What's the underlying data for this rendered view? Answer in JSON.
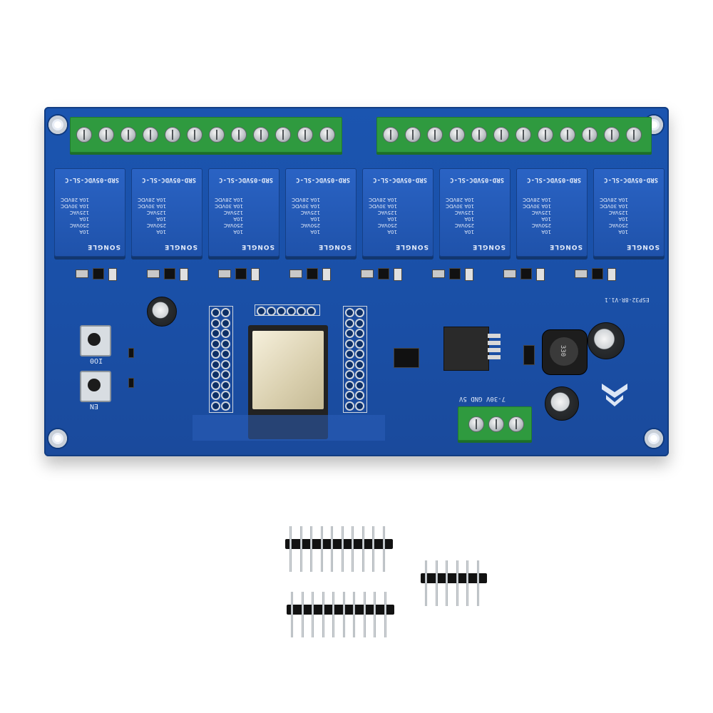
{
  "board": {
    "relay_brand": "SONGLE",
    "relay_part": "SRD-05VDC-SL-C",
    "relay_specs": [
      "10A 250VAC",
      "10A 125VAC",
      "10A 30VDC",
      "10A 28VDC"
    ],
    "relay_count": 8,
    "button_labels": [
      "IO0",
      "EN"
    ],
    "power_label": "7-30V GND 5V",
    "version_label": "ESP32-8R-V1.1",
    "inductor_label": "330"
  },
  "accessories": {
    "pin_headers": [
      {
        "pins": 10
      },
      {
        "pins": 10
      },
      {
        "pins": 6
      }
    ]
  }
}
